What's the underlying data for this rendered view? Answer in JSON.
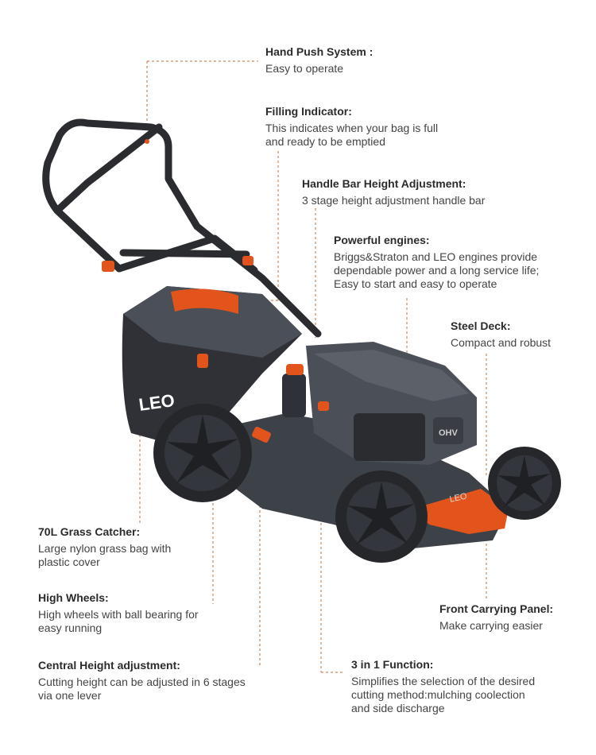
{
  "features": {
    "hand_push": {
      "title": "Hand Push System :",
      "desc": "Easy to operate"
    },
    "filling_indicator": {
      "title": "Filling Indicator:",
      "desc": "This indicates when your bag is full\nand ready to be emptied"
    },
    "handle_height": {
      "title": "Handle Bar  Height Adjustment:",
      "desc": "3 stage height adjustment handle bar"
    },
    "engines": {
      "title": "Powerful engines:",
      "desc": "Briggs&Straton and LEO engines provide\ndependable power and a long service life;\nEasy to start and easy to operate"
    },
    "steel_deck": {
      "title": "Steel Deck:",
      "desc": "Compact and robust"
    },
    "grass_catcher": {
      "title": "70L Grass Catcher:",
      "desc": "Large nylon grass bag with\nplastic cover"
    },
    "high_wheels": {
      "title": "High Wheels:",
      "desc": "High wheels with ball bearing for\neasy running"
    },
    "front_panel": {
      "title": "Front Carrying Panel:",
      "desc": "Make carrying easier"
    },
    "central_height": {
      "title": "Central Height adjustment:",
      "desc": "Cutting height can be adjusted in 6 stages\nvia one lever"
    },
    "three_in_one": {
      "title": "3 in 1 Function:",
      "desc": "Simplifies the selection of the desired\ncutting method:mulching coolection\nand side discharge"
    }
  },
  "product": {
    "brand_logo": "LEO",
    "deck_logo": "LEO",
    "engine_badge": "OHV"
  },
  "colors": {
    "accent": "#e2541c",
    "body": "#4a4f58",
    "body_dark": "#2e3137",
    "leader_line": "#c98a60"
  }
}
